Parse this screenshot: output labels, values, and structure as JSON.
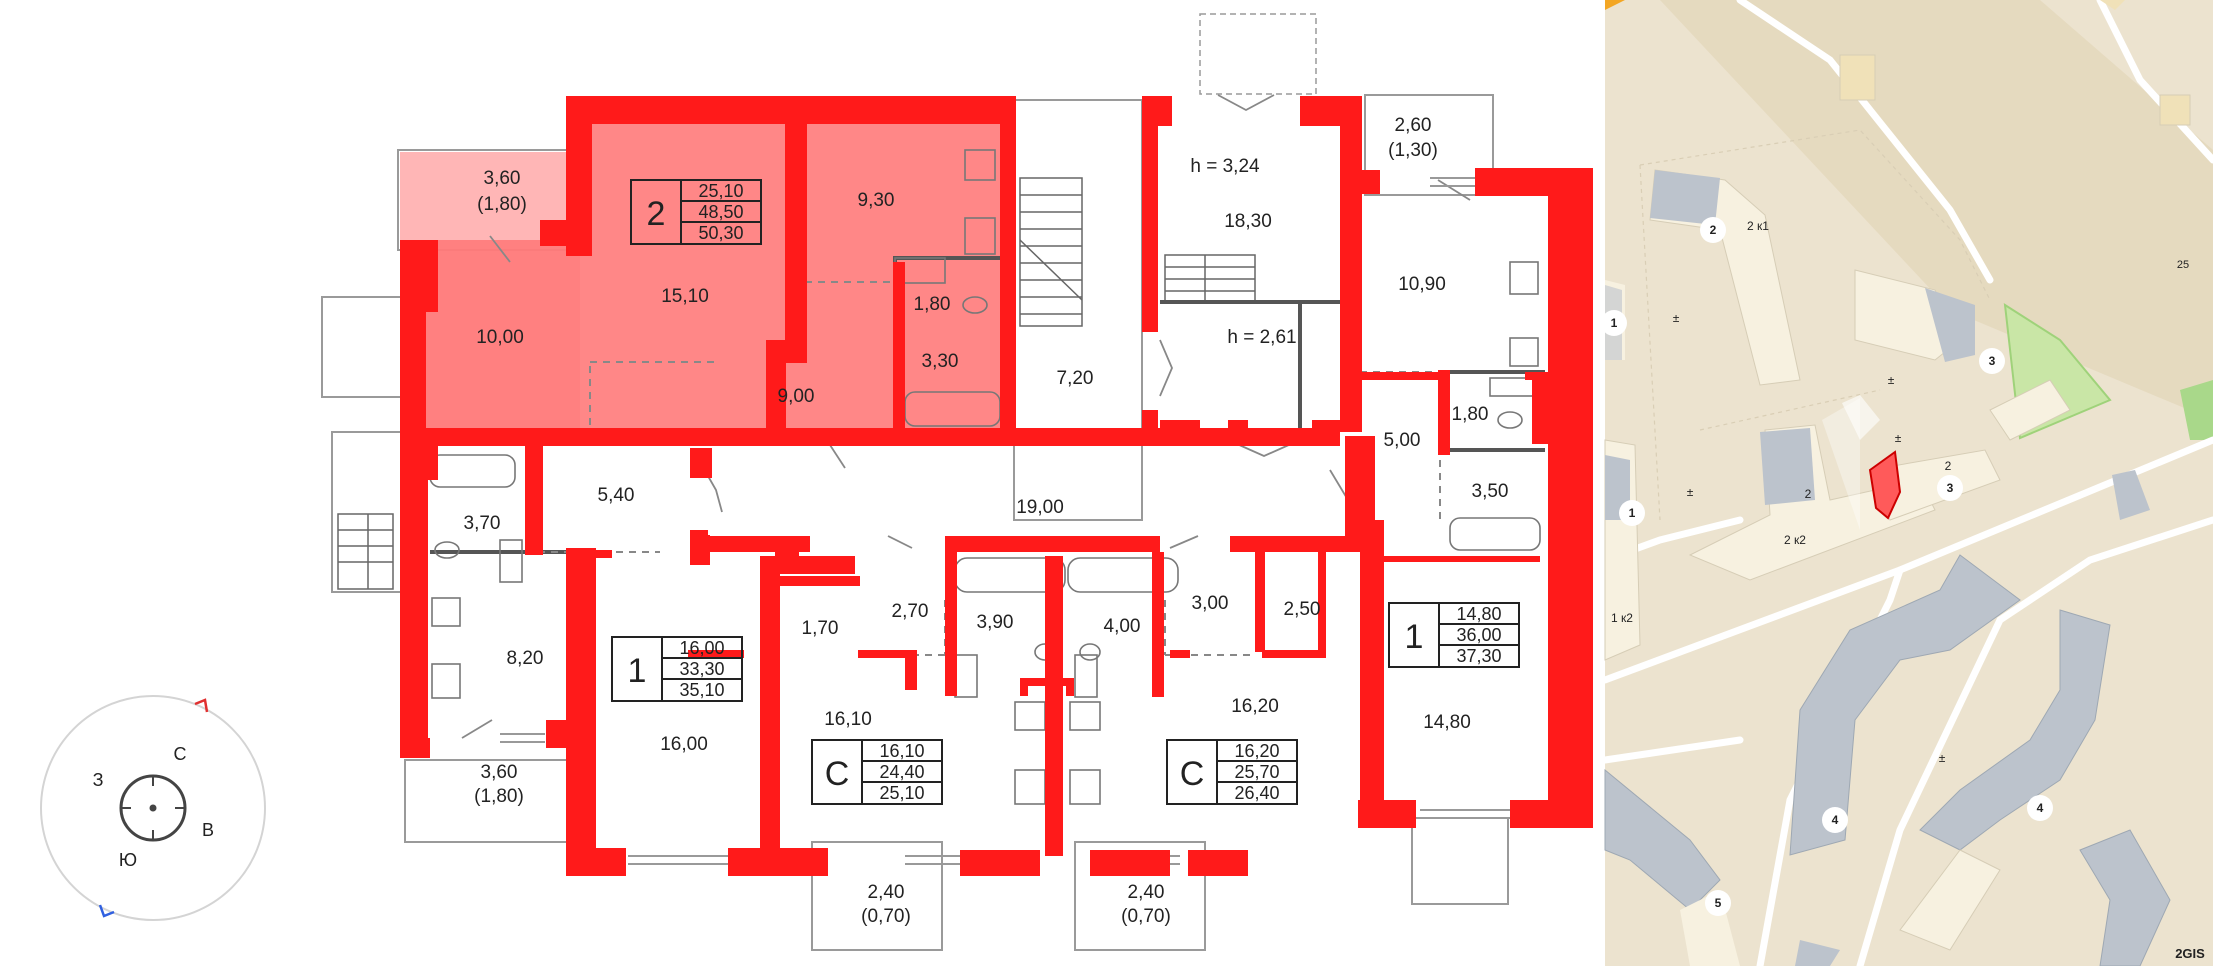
{
  "plan": {
    "rooms": {
      "balcony_a": "3,60",
      "balcony_a_sub": "(1,80)",
      "r10": "10,00",
      "r1510": "15,10",
      "r930": "9,30",
      "r180a": "1,80",
      "r330": "3,30",
      "r900": "9,00",
      "stairs": "7,20",
      "h1": "h = 3,24",
      "r1830": "18,30",
      "h2": "h = 2,61",
      "balcony_b": "2,60",
      "balcony_b_sub": "(1,30)",
      "r1090": "10,90",
      "r500": "5,00",
      "r180b": "1,80",
      "r350": "3,50",
      "r370": "3,70",
      "r540": "5,40",
      "corridor": "19,00",
      "r820": "8,20",
      "balcony_c": "3,60",
      "balcony_c_sub": "(1,80)",
      "r1600": "16,00",
      "r170": "1,70",
      "r270": "2,70",
      "r390": "3,90",
      "r400": "4,00",
      "r300": "3,00",
      "r250": "2,50",
      "r1610": "16,10",
      "r1620": "16,20",
      "r1480": "14,80",
      "balcony_d": "2,40",
      "balcony_d_sub": "(0,70)",
      "balcony_e": "2,40",
      "balcony_e_sub": "(0,70)"
    },
    "apartments": [
      {
        "rooms": "2",
        "living": "25,10",
        "total": "48,50",
        "with_balcony": "50,30"
      },
      {
        "rooms": "1",
        "living": "16,00",
        "total": "33,30",
        "with_balcony": "35,10"
      },
      {
        "rooms": "С",
        "living": "16,10",
        "total": "24,40",
        "with_balcony": "25,10"
      },
      {
        "rooms": "С",
        "living": "16,20",
        "total": "25,70",
        "with_balcony": "26,40"
      },
      {
        "rooms": "1",
        "living": "14,80",
        "total": "36,00",
        "with_balcony": "37,30"
      }
    ],
    "compass": {
      "north": "С",
      "east": "В",
      "south": "Ю",
      "west": "З"
    }
  },
  "map": {
    "labels": {
      "b1a": "1",
      "b1b": "1",
      "b2": "2",
      "b2k1": "2 к1",
      "b2k2": "2 к2",
      "b1k2": "1 к2",
      "b2c": "2",
      "b2d": "2",
      "b3a": "3",
      "b3b": "3",
      "b4a": "4",
      "b4b": "4",
      "b5": "5",
      "b25": "25"
    },
    "brand": "2GIS"
  },
  "colors": {
    "wall": "#ff1a1a",
    "apartment_fill": "#ff7a7a",
    "map_bg": "#ece3cf",
    "building": "#f7f1e0",
    "building_grey": "#bcc3cc"
  }
}
